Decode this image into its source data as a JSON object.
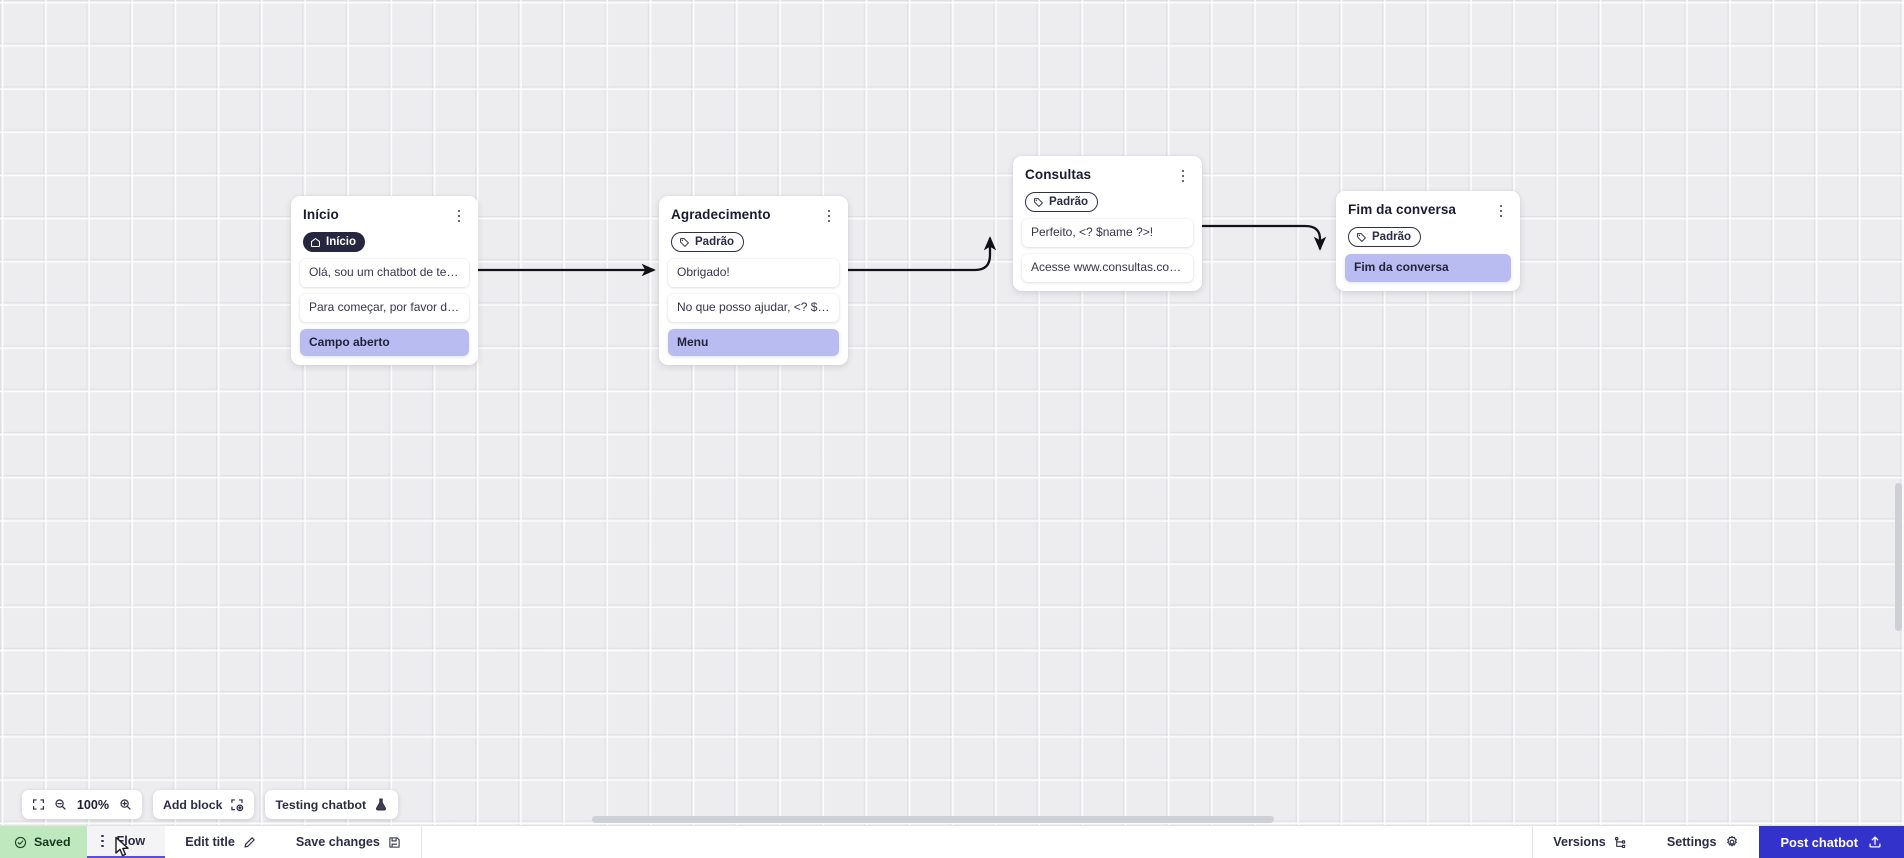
{
  "canvas": {
    "zoom_label": "100%",
    "nodes": [
      {
        "id": "inicio",
        "title": "Início",
        "badge": {
          "label": "Início",
          "style": "dark",
          "icon": "home-icon"
        },
        "messages": [
          {
            "text": "Olá, sou um chatbot de teste!",
            "accent": false
          },
          {
            "text": "Para começar, por favor digite o ...",
            "accent": false
          },
          {
            "text": "Campo aberto",
            "accent": true
          }
        ]
      },
      {
        "id": "agradecimento",
        "title": "Agradecimento",
        "badge": {
          "label": "Padrão",
          "style": "outline",
          "icon": "tag-icon"
        },
        "messages": [
          {
            "text": "Obrigado!",
            "accent": false
          },
          {
            "text": "No que posso ajudar, <? $name ...",
            "accent": false
          },
          {
            "text": "Menu",
            "accent": true
          }
        ]
      },
      {
        "id": "consultas",
        "title": "Consultas",
        "badge": {
          "label": "Padrão",
          "style": "outline",
          "icon": "tag-icon"
        },
        "messages": [
          {
            "text": "Perfeito, <? $name ?>!",
            "accent": false
          },
          {
            "text": "Acesse www.consultas.com par...",
            "accent": false
          }
        ]
      },
      {
        "id": "fim",
        "title": "Fim da conversa",
        "badge": {
          "label": "Padrão",
          "style": "outline",
          "icon": "tag-icon"
        },
        "messages": [
          {
            "text": "Fim da conversa",
            "accent": true
          }
        ]
      }
    ]
  },
  "toolbar": {
    "fit_icon": "fit-screen-icon",
    "zoom_out_icon": "zoom-out-icon",
    "zoom_in_icon": "zoom-in-icon",
    "zoom_label": "100%",
    "add_block_label": "Add block",
    "add_block_icon": "add-block-icon",
    "testing_label": "Testing chatbot",
    "testing_icon": "flask-icon"
  },
  "bottombar": {
    "saved_label": "Saved",
    "saved_icon": "check-circle-icon",
    "tab_label": "Flow",
    "tab_kebab_icon": "kebab-icon",
    "edit_title_label": "Edit title",
    "edit_title_icon": "pencil-icon",
    "save_changes_label": "Save changes",
    "save_changes_icon": "save-disk-icon",
    "versions_label": "Versions",
    "versions_icon": "branch-icon",
    "settings_label": "Settings",
    "settings_icon": "gear-icon",
    "post_label": "Post chatbot",
    "post_icon": "upload-icon"
  },
  "colors": {
    "accent_message": "#b9bcf0",
    "post_button": "#3333cc",
    "saved_chip": "#bfe8bf",
    "tab_underline": "#5a4fd6",
    "badge_dark": "#262640"
  }
}
